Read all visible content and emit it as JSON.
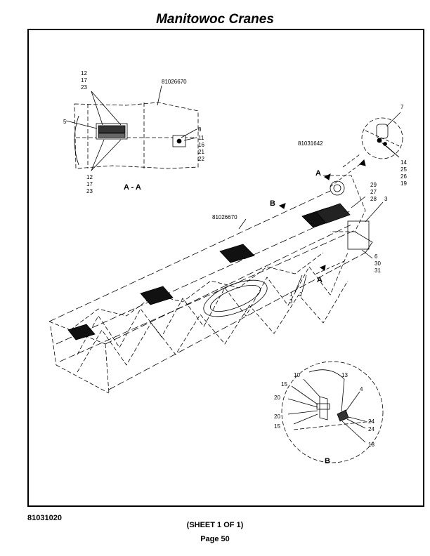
{
  "header": {
    "title": "Manitowoc Cranes"
  },
  "footer": {
    "doc_number": "81031020",
    "sheet": "(SHEET 1 OF 1)",
    "page": "Page 50"
  },
  "drawing": {
    "part_numbers": {
      "detail_aa": "81026670",
      "top_right": "81031642",
      "boom": "81026670"
    },
    "view_labels": {
      "section_aa": "A - A",
      "detail_b": "B",
      "arrow_a_top": "A",
      "arrow_a_bottom": "A",
      "arrow_b": "B"
    },
    "callouts": {
      "aa_12_top": "12",
      "aa_17_top": "17",
      "aa_23_top": "23",
      "aa_5": "5",
      "aa_12_bot": "12",
      "aa_17_bot": "17",
      "aa_23_bot": "23",
      "aa_8": "8",
      "aa_11": "11",
      "aa_16": "16",
      "aa_21": "21",
      "aa_22": "22",
      "tr_7": "7",
      "tr_14": "14",
      "tr_25": "25",
      "tr_26": "26",
      "tr_19": "19",
      "m_29": "29",
      "m_27": "27",
      "m_28": "28",
      "m_3a": "3",
      "m_6": "6",
      "m_30": "30",
      "m_31": "31",
      "m_1": "1",
      "m_3b": "3",
      "m_2": "2",
      "b_10": "10",
      "b_13": "13",
      "b_15a": "15",
      "b_4": "4",
      "b_20a": "20",
      "b_20b": "20",
      "b_15b": "15",
      "b_24a": "24",
      "b_24b": "24",
      "b_18": "18"
    }
  }
}
